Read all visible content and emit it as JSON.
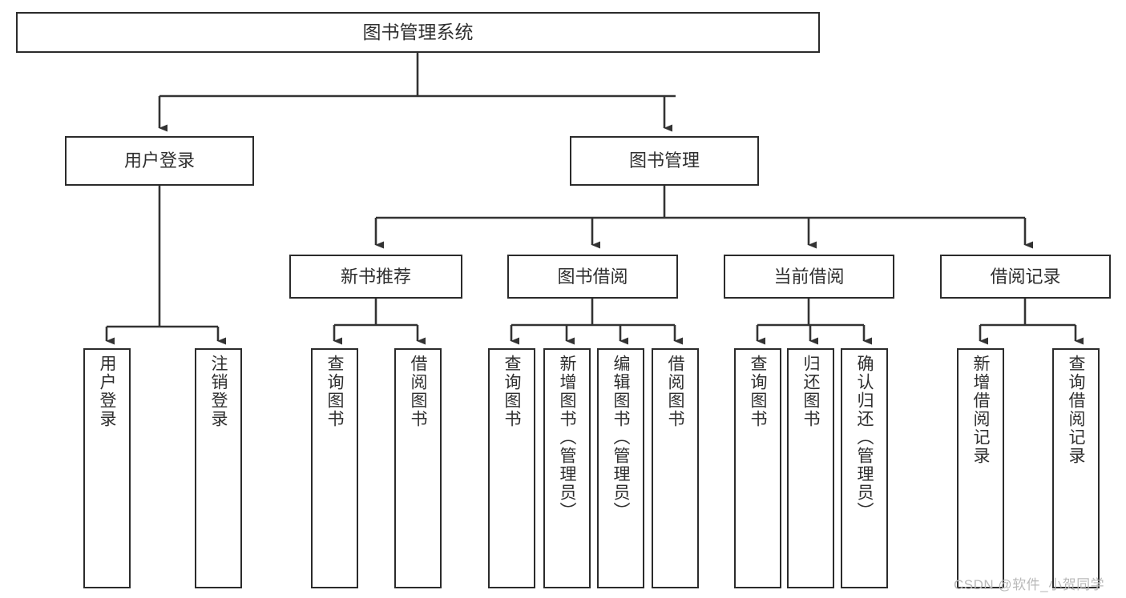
{
  "diagram": {
    "type": "tree",
    "title": "图书管理系统",
    "watermark": "CSDN @软件_小贺同学",
    "colors": {
      "box_border": "#2b2b2b",
      "box_fill": "#ffffff",
      "text": "#2f2f2f",
      "connector": "#333333",
      "watermark": "#b9b9b9",
      "background": "#ffffff"
    },
    "root": {
      "label": "图书管理系统"
    },
    "level2": [
      {
        "label": "用户登录"
      },
      {
        "label": "图书管理"
      }
    ],
    "level3": [
      {
        "label": "新书推荐"
      },
      {
        "label": "图书借阅"
      },
      {
        "label": "当前借阅"
      },
      {
        "label": "借阅记录"
      }
    ],
    "leaves": {
      "user_login": [
        {
          "label": "用户登录"
        },
        {
          "label": "注销登录"
        }
      ],
      "new_book_recommend": [
        {
          "label": "查询图书"
        },
        {
          "label": "借阅图书"
        }
      ],
      "book_borrow": [
        {
          "label": "查询图书"
        },
        {
          "label": "新增图书（管理员）"
        },
        {
          "label": "编辑图书（管理员）"
        },
        {
          "label": "借阅图书"
        }
      ],
      "current_borrow": [
        {
          "label": "查询图书"
        },
        {
          "label": "归还图书"
        },
        {
          "label": "确认归还（管理员）"
        }
      ],
      "borrow_record": [
        {
          "label": "新增借阅记录"
        },
        {
          "label": "查询借阅记录"
        }
      ]
    }
  }
}
